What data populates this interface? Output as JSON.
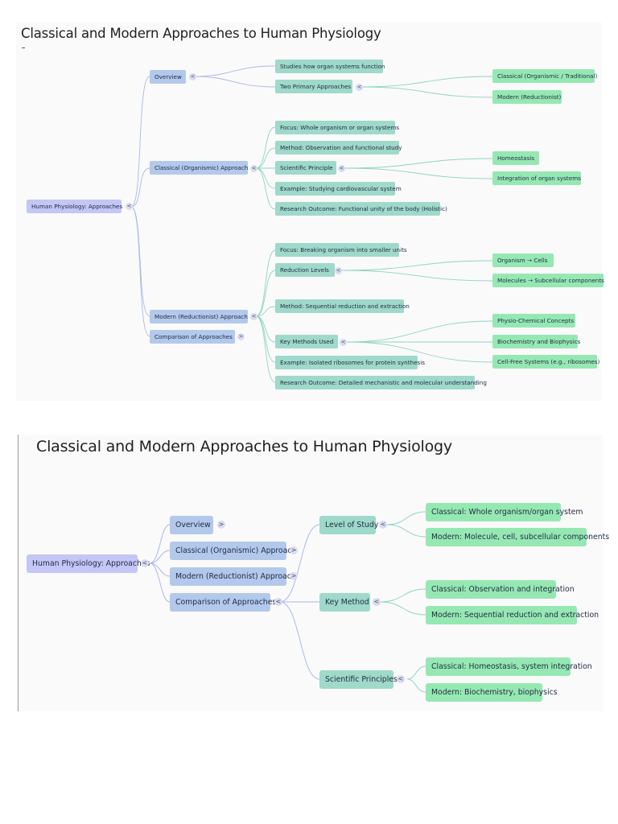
{
  "top": {
    "title": "Classical and Modern Approaches to Human Physiology",
    "root": "Human Physiology: Approaches",
    "overview": "Overview",
    "overview_items": [
      "Studies how organ systems function",
      "Two Primary Approaches"
    ],
    "approaches": [
      "Classical (Organismic / Traditional)",
      "Modern (Reductionist)"
    ],
    "classical": "Classical (Organismic) Approach",
    "classical_items": [
      "Focus: Whole organism or organ systems",
      "Method: Observation and functional study",
      "Scientific Principle",
      "Example: Studying cardiovascular system",
      "Research Outcome: Functional unity of the body (Holistic)"
    ],
    "classical_principles": [
      "Homeostasis",
      "Integration of organ systems"
    ],
    "modern": "Modern (Reductionist) Approach",
    "modern_items": [
      "Focus: Breaking organism into smaller units",
      "Reduction Levels",
      "Method: Sequential reduction and extraction",
      "Key Methods Used",
      "Example: Isolated ribosomes for protein synthesis",
      "Research Outcome: Detailed mechanistic and molecular understanding"
    ],
    "reduction_levels": [
      "Organism → Cells",
      "Molecules → Subcellular components"
    ],
    "key_methods": [
      "Physio-Chemical Concepts",
      "Biochemistry and Biophysics",
      "Cell-Free Systems (e.g., ribosomes)"
    ],
    "comparison": "Comparison of Approaches"
  },
  "bottom": {
    "title": "Classical and Modern Approaches to Human Physiology",
    "root": "Human Physiology: Approaches",
    "branches": [
      "Overview",
      "Classical (Organismic) Approach",
      "Modern (Reductionist) Approach",
      "Comparison of Approaches"
    ],
    "level": "Level of Study",
    "level_items": [
      "Classical: Whole organism/organ system",
      "Modern: Molecule, cell, subcellular components"
    ],
    "method": "Key Method",
    "method_items": [
      "Classical: Observation and integration",
      "Modern: Sequential reduction and extraction"
    ],
    "principles": "Scientific Principles",
    "principles_items": [
      "Classical: Homeostasis, system integration",
      "Modern: Biochemistry, biophysics"
    ]
  },
  "colors": {
    "root": "#c4c6f6",
    "branch": "#b3c9ec",
    "leaf_teal": "#9fd9c9",
    "leaf_green": "#96e8b3",
    "link_blue": "#aab8e6",
    "link_teal": "#8fd4bf"
  },
  "toggles": {
    "collapse": "<",
    "expand": ">"
  }
}
